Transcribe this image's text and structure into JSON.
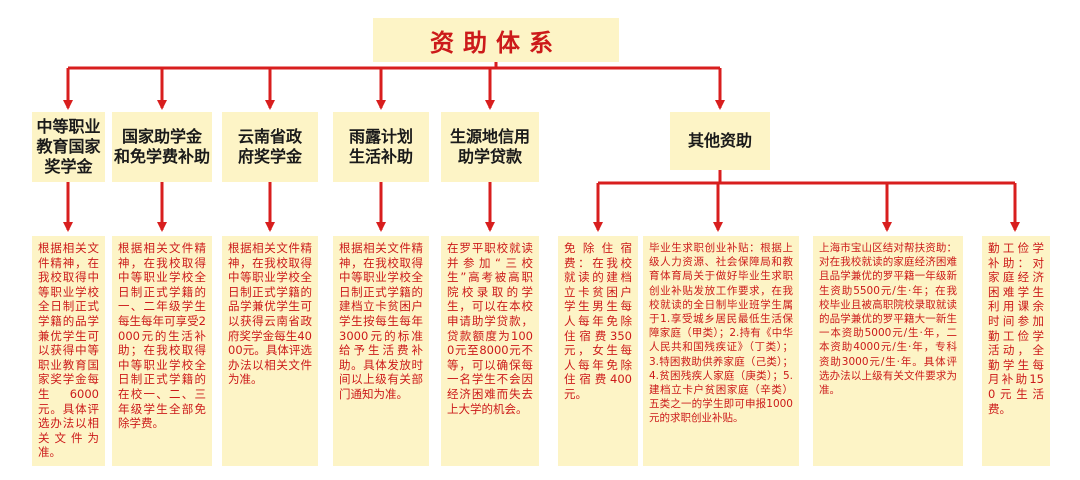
{
  "title": "资助体系",
  "categories": [
    {
      "label_lines": [
        "中等职业",
        "教育国家",
        "奖学金"
      ],
      "detail": "根据相关文件精神，在我校取得中等职业学校全日制正式学籍的品学兼优学生可以获得中等职业教育国家奖学金每生6000元。具体评选办法以相关文件为准。"
    },
    {
      "label_lines": [
        "国家助学金",
        "和免学费补助"
      ],
      "detail": "根据相关文件精神，在我校取得中等职业学校全日制正式学籍的一、二年级学生每生每年可享受2000元的生活补助；在我校取得中等职业学校全日制正式学籍的在校一、二、三年级学生全部免除学费。"
    },
    {
      "label_lines": [
        "云南省政",
        "府奖学金"
      ],
      "detail": "根据相关文件精神，在我校取得中等职业学校全日制正式学籍的品学兼优学生可以获得云南省政府奖学金每生4000元。具体评选办法以相关文件为准。"
    },
    {
      "label_lines": [
        "雨露计划",
        "生活补助"
      ],
      "detail": "根据相关文件精神，在我校取得中等职业学校全日制正式学籍的建档立卡贫困户学生按每生每年3000元的标准给予生活费补助。具体发放时间以上级有关部门通知为准。"
    },
    {
      "label_lines": [
        "生源地信用",
        "助学贷款"
      ],
      "detail": "在罗平职校就读并参加“三校生”高考被高职院校录取的学生，可以在本校申请助学贷款，贷款额度为1000元至8000元不等，可以确保每一名学生不会因经济困难而失去上大学的机会。"
    },
    {
      "label_lines": [
        "其他资助"
      ],
      "detail": ""
    }
  ],
  "other_items": [
    {
      "detail": "免除住宿费：在我校就读的建档立卡贫困户学生男生每人每年免除住宿费350元，女生每人每年免除住宿费400元。"
    },
    {
      "detail": "毕业生求职创业补贴：根据上级人力资源、社会保障局和教育体育局关于做好毕业生求职创业补贴发放工作要求，在我校就读的全日制毕业班学生属于1.享受城乡居民最低生活保障家庭（甲类）；2.持有《中华人民共和国残疾证》（丁类）；3.特困救助供养家庭（己类）；4.贫困残疾人家庭（庚类）；5.建档立卡户贫困家庭（辛类）五类之一的学生即可申报1000元的求职创业补贴。"
    },
    {
      "detail": "上海市宝山区结对帮扶资助：对在我校就读的家庭经济困难且品学兼优的罗平籍一年级新生资助5500元/生·年；在我校毕业且被高职院校录取就读的品学兼优的罗平籍大一新生一本资助5000元/生·年，二本资助4000元/生·年，专科资助3000元/生·年。具体评选办法以上级有关文件要求为准。"
    },
    {
      "detail": "勤工俭学补助：对家庭经济困难学生利用课余时间参加勤工俭学活动，全勤学生每月补助150元生活费。"
    }
  ],
  "colors": {
    "box_fill": "#fdf4c6",
    "arrow": "#d81e1e",
    "leaf_text": "#cc1a1a",
    "title_text": "#cc1a1a",
    "category_text": "#1a1a1a"
  }
}
